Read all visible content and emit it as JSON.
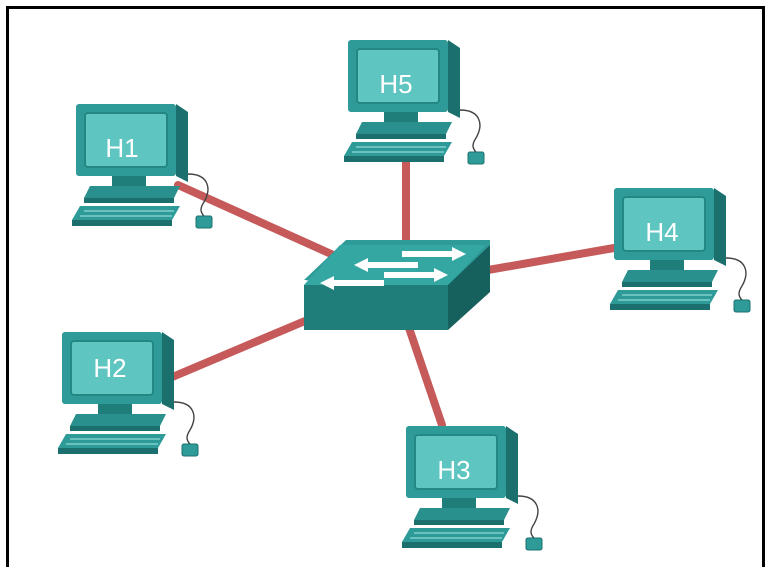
{
  "colors": {
    "link": "#c65a5a",
    "device_teal": "#2e9b98",
    "device_dark": "#1b706e",
    "screen": "#5fc5c1",
    "frame": "#000000"
  },
  "switch": {
    "icon": "switch-icon"
  },
  "hosts": [
    {
      "id": "H1",
      "label": "H1"
    },
    {
      "id": "H2",
      "label": "H2"
    },
    {
      "id": "H3",
      "label": "H3"
    },
    {
      "id": "H4",
      "label": "H4"
    },
    {
      "id": "H5",
      "label": "H5"
    }
  ],
  "links": [
    {
      "from": "H1",
      "to": "switch"
    },
    {
      "from": "H2",
      "to": "switch"
    },
    {
      "from": "H3",
      "to": "switch"
    },
    {
      "from": "H4",
      "to": "switch"
    },
    {
      "from": "H5",
      "to": "switch"
    }
  ]
}
